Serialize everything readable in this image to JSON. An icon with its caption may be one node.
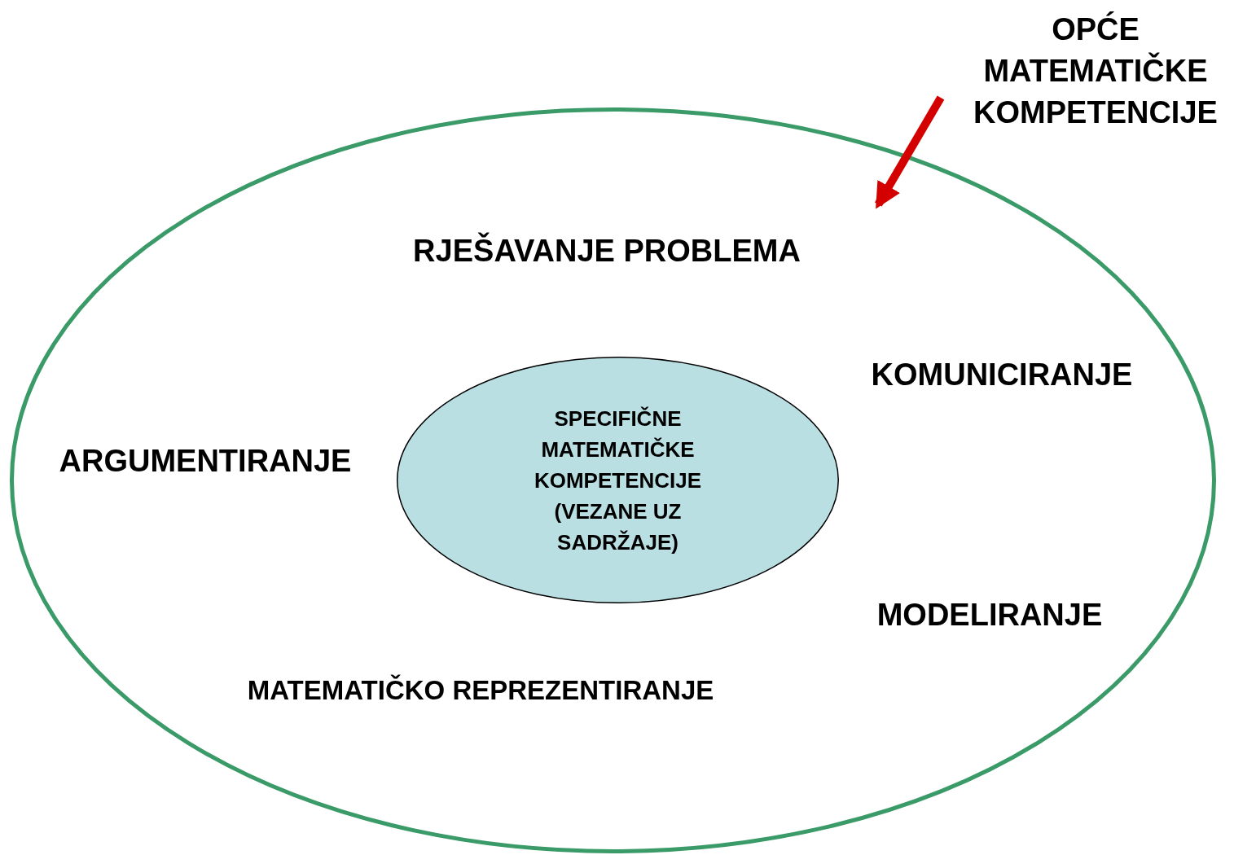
{
  "diagram": {
    "nodes": [
      {
        "text": [
          "OPĆE MATEMATIČKE KOMPETENCIJE"
        ]
      },
      {
        "text": [],
        "shape": "ellipse"
      },
      {
        "text": [
          "SPECIFIČNE MATEMATIČKE KOMPETENCIJE (VEZANE UZ SADRŽAJE)"
        ],
        "in": 1
      }
    ],
    "edges": [
      {
        "from": 0,
        "to": 1,
        "arrow": "to"
      }
    ],
    "labels": [
      "RJEŠAVANJE PROBLEMA",
      "KOMUNICIRANJE",
      "ARGUMENTIRANJE",
      "MODELIRANJE",
      "MATEMATIČKO REPREZENTIRANJE"
    ]
  }
}
